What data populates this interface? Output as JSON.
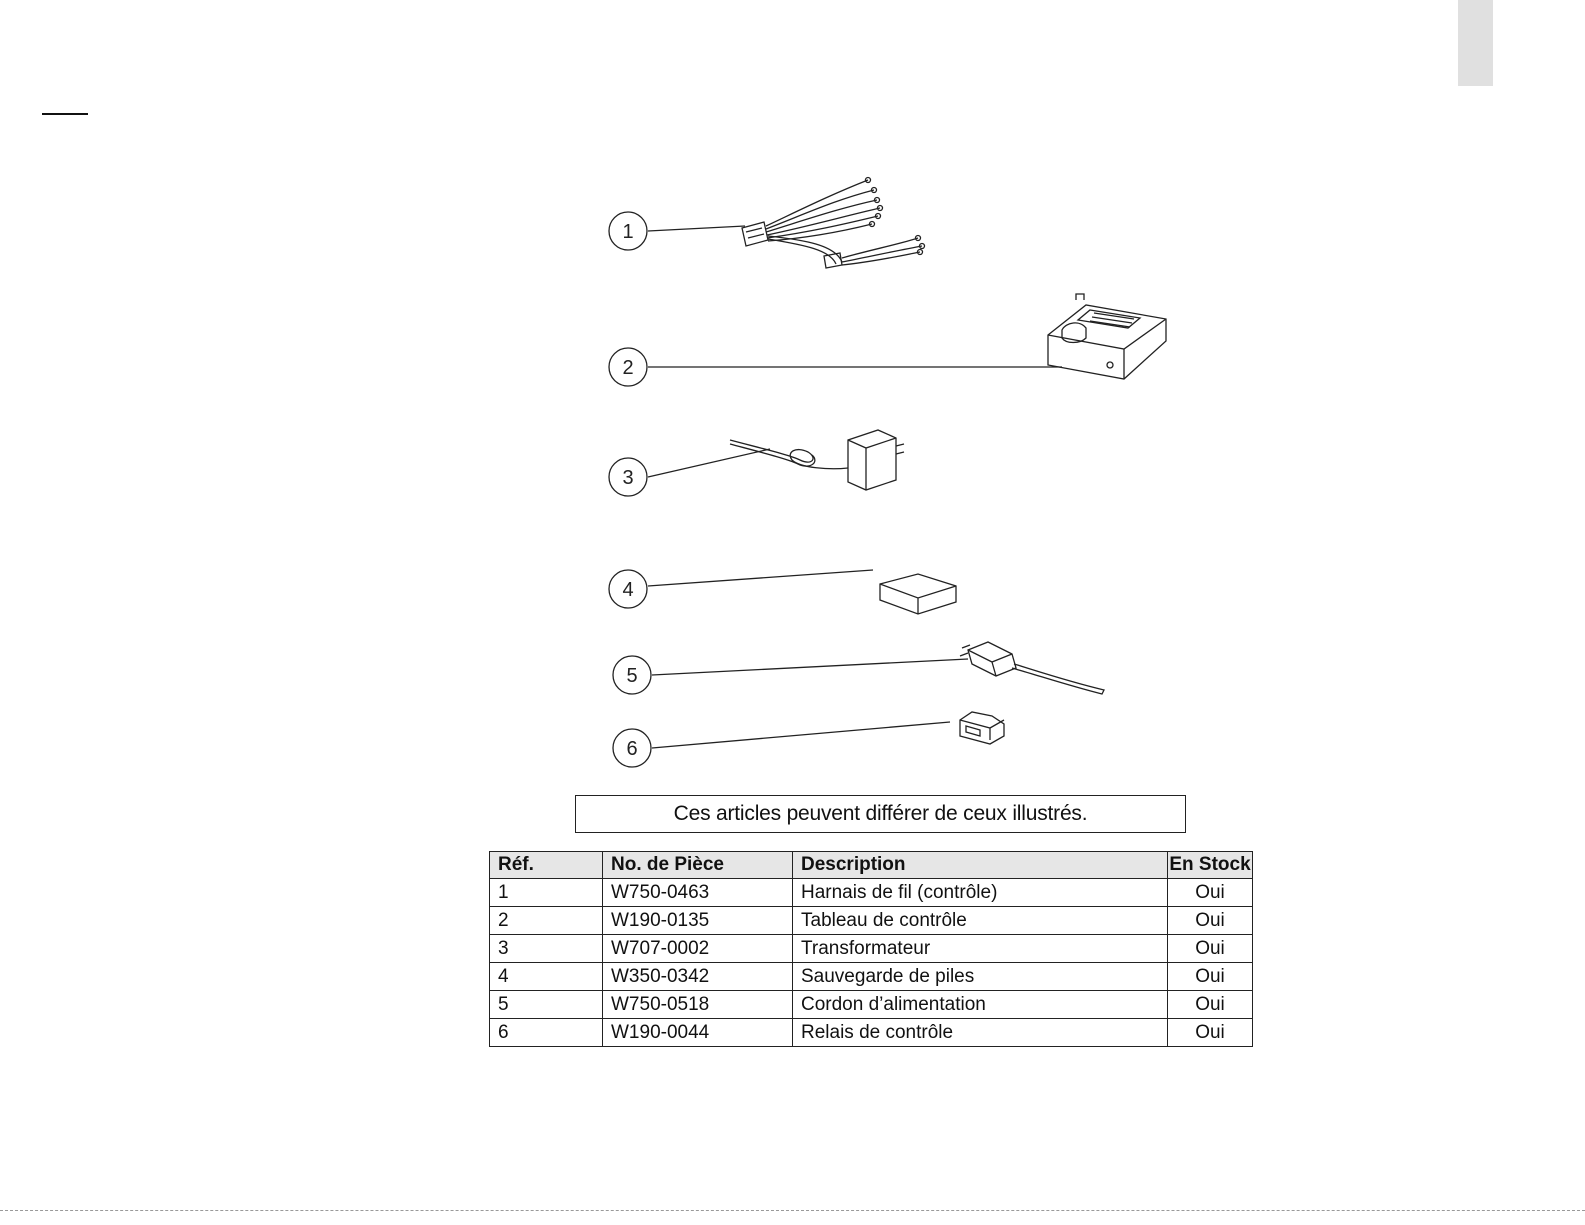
{
  "diagram": {
    "callouts": [
      "1",
      "2",
      "3",
      "4",
      "5",
      "6"
    ]
  },
  "note": "Ces articles peuvent différer de ceux illustrés.",
  "table": {
    "headers": [
      "Réf.",
      "No. de Pièce",
      "Description",
      "En Stock"
    ],
    "rows": [
      [
        "1",
        "W750-0463",
        "Harnais de fil (contrôle)",
        "Oui"
      ],
      [
        "2",
        "W190-0135",
        "Tableau de contrôle",
        "Oui"
      ],
      [
        "3",
        "W707-0002",
        "Transformateur",
        "Oui"
      ],
      [
        "4",
        "W350-0342",
        "Sauvegarde de piles",
        "Oui"
      ],
      [
        "5",
        "W750-0518",
        "Cordon d’alimentation",
        "Oui"
      ],
      [
        "6",
        "W190-0044",
        "Relais de contrôle",
        "Oui"
      ]
    ]
  }
}
